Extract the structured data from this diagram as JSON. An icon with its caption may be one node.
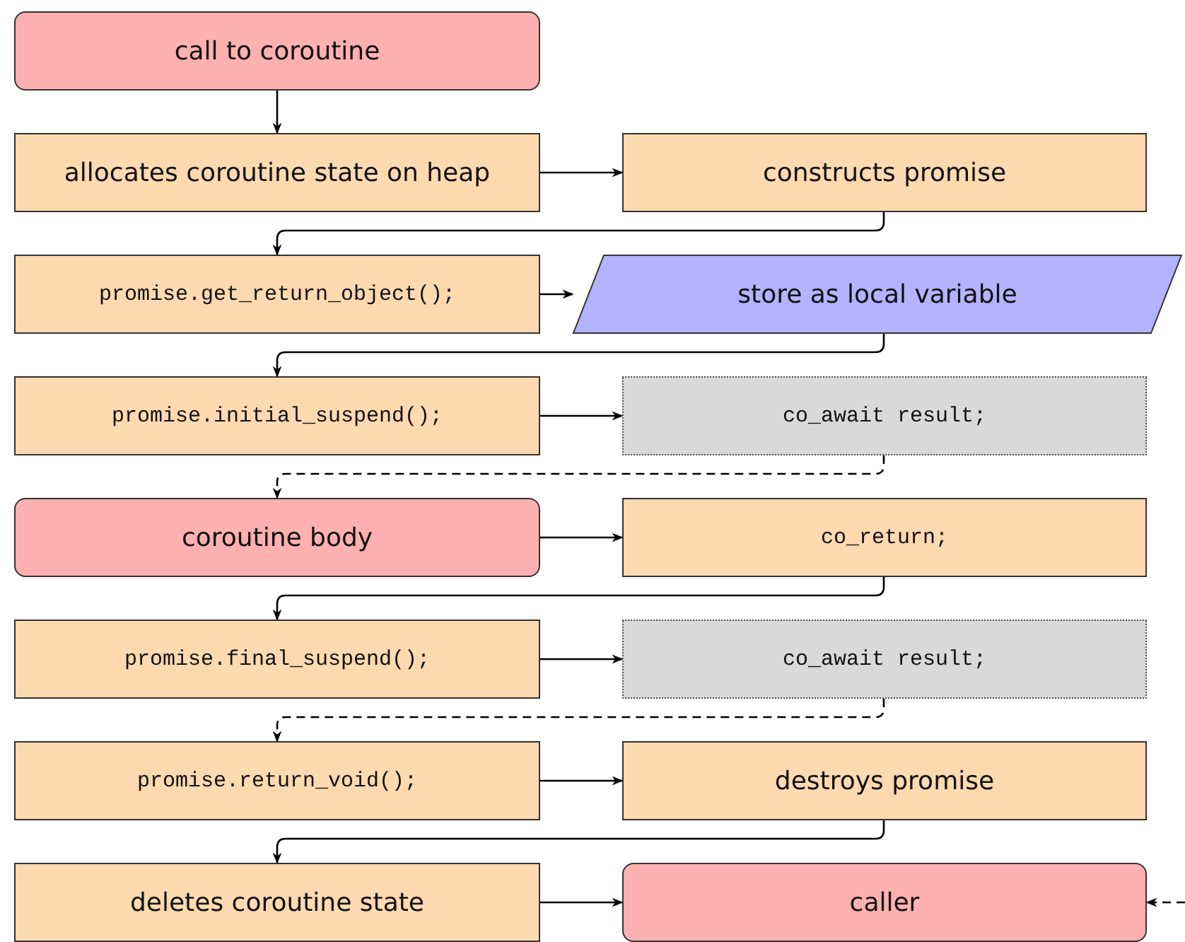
{
  "diagram": {
    "nodes": [
      {
        "text": [
          "call to coroutine"
        ]
      },
      {
        "text": [
          "allocates coroutine state on heap"
        ]
      },
      {
        "text": [
          "constructs promise"
        ]
      },
      {
        "text": [
          "promise.get_return_object();"
        ]
      },
      {
        "text": [
          "store as local variable"
        ]
      },
      {
        "text": [
          "promise.initial_suspend();"
        ]
      },
      {
        "text": [
          "co_await result;"
        ]
      },
      {
        "text": [
          "coroutine body"
        ]
      },
      {
        "text": [
          "co_return;"
        ]
      },
      {
        "text": [
          "promise.final_suspend();"
        ]
      },
      {
        "text": [
          "co_await result;"
        ]
      },
      {
        "text": [
          "promise.return_void();"
        ]
      },
      {
        "text": [
          "destroys promise"
        ]
      },
      {
        "text": [
          "deletes coroutine state"
        ]
      },
      {
        "text": [
          "caller"
        ]
      }
    ],
    "edges": [
      {
        "from": 0,
        "to": 1,
        "arrow": "to"
      },
      {
        "from": 1,
        "to": 2,
        "arrow": "to"
      },
      {
        "from": 2,
        "to": 3,
        "arrow": "to"
      },
      {
        "from": 3,
        "to": 4,
        "arrow": "to"
      },
      {
        "from": 4,
        "to": 5,
        "arrow": "to"
      },
      {
        "from": 5,
        "to": 6,
        "arrow": "to"
      },
      {
        "from": 6,
        "to": 7,
        "arrow": "to",
        "style": "dashed"
      },
      {
        "from": 7,
        "to": 8,
        "arrow": "to"
      },
      {
        "from": 8,
        "to": 9,
        "arrow": "to"
      },
      {
        "from": 9,
        "to": 10,
        "arrow": "to"
      },
      {
        "from": 10,
        "to": 11,
        "arrow": "to",
        "style": "dashed"
      },
      {
        "from": 11,
        "to": 12,
        "arrow": "to"
      },
      {
        "from": 12,
        "to": 13,
        "arrow": "to"
      },
      {
        "from": 13,
        "to": 14,
        "arrow": "to"
      },
      {
        "from": null,
        "to": 14,
        "arrow": "to",
        "style": "dashed"
      }
    ]
  }
}
